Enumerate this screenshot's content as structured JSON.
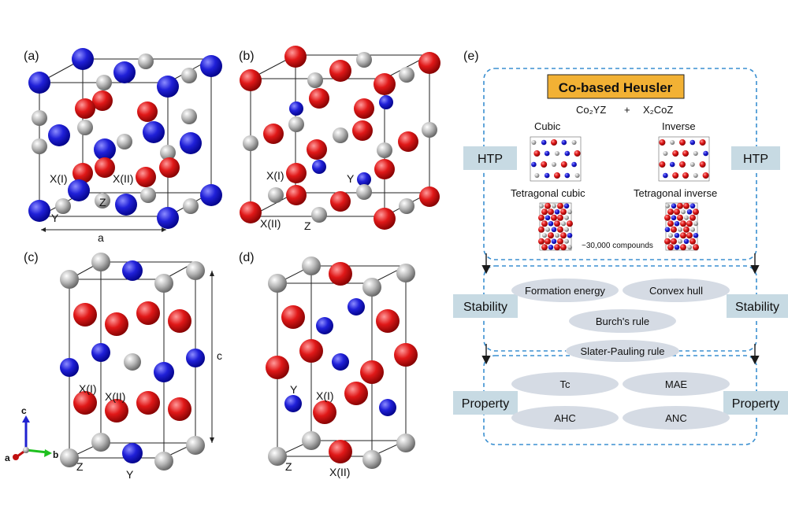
{
  "panel_labels": {
    "a": "(a)",
    "b": "(b)",
    "c": "(c)",
    "d": "(d)",
    "e": "(e)"
  },
  "panel_a": {
    "x1": "X(I)",
    "x2": "X(II)",
    "y": "Y",
    "z": "Z",
    "a": "a"
  },
  "panel_b": {
    "x1": "X(I)",
    "x2": "X(II)",
    "y": "Y",
    "z": "Z"
  },
  "panel_c": {
    "x1": "X(I)",
    "x2": "X(II)",
    "y": "Y",
    "z": "Z",
    "c": "c"
  },
  "panel_d": {
    "x1": "X(I)",
    "x2": "X(II)",
    "y": "Y",
    "z": "Z"
  },
  "axes": {
    "a": "a",
    "b": "b",
    "c": "c"
  },
  "flow": {
    "title": "Co-based Heusler",
    "formula_left": "Co₂YZ",
    "plus": "+",
    "formula_right": "X₂CoZ",
    "cubic": "Cubic",
    "inverse": "Inverse",
    "tet_cubic": "Tetragonal cubic",
    "tet_inverse": "Tetragonal inverse",
    "compounds": "~30,000 compounds",
    "htp": "HTP",
    "stability": "Stability",
    "property": "Property",
    "formation": "Formation energy",
    "convex": "Convex hull",
    "burch": "Burch's rule",
    "slater": "Slater-Pauling rule",
    "tc": "Tc",
    "mae": "MAE",
    "ahc": "AHC",
    "anc": "ANC"
  },
  "colors": {
    "blue_atom": "#1010c8",
    "red_atom": "#d01010",
    "grey_atom": "#a8a8a8",
    "title_fill": "#f2b134",
    "side_box": "#c7dae3",
    "ellipse": "#d5dbe4",
    "dash": "#3a8fd0"
  }
}
